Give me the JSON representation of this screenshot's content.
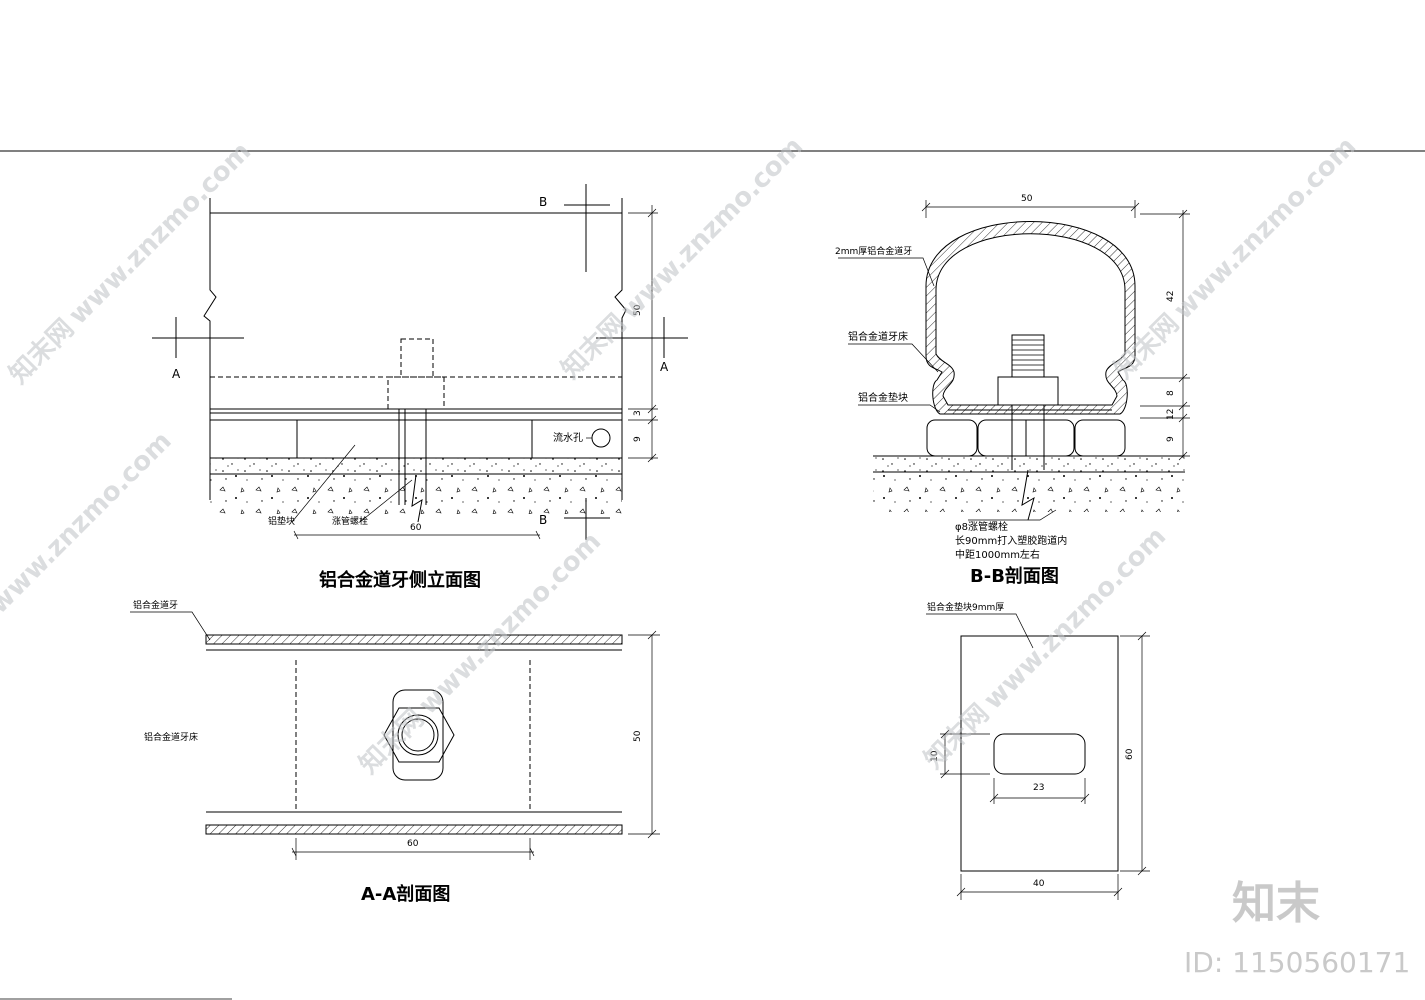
{
  "views": {
    "side_elevation": {
      "title": "铝合金道牙侧立面图",
      "section_marks": {
        "a_left": "A",
        "a_right": "A",
        "b_top": "B",
        "b_bottom": "B"
      },
      "labels": {
        "drain_hole": "流水孔",
        "pad_block": "铝垫块",
        "expansion_bolt": "涨管螺栓"
      },
      "dims": {
        "height": "50",
        "base_layer": "3",
        "pad_height": "9",
        "bolt_spacing": "60"
      }
    },
    "section_bb": {
      "title": "B-B剖面图",
      "labels": {
        "curb": "2mm厚铝合金道牙",
        "curb_bed": "铝合金道牙床",
        "pad_block": "铝合金垫块",
        "bolt_note_1": "φ8涨管螺栓",
        "bolt_note_2": "长90mm打入塑胶跑道内",
        "bolt_note_3": "中距1000mm左右"
      },
      "dims": {
        "width": "50",
        "h1": "42",
        "h2": "8",
        "h3": "12",
        "h4": "9"
      }
    },
    "section_aa": {
      "title": "A-A剖面图",
      "labels": {
        "curb": "铝合金道牙",
        "curb_bed": "铝合金道牙床"
      },
      "dims": {
        "height": "50",
        "width": "60"
      }
    },
    "pad_detail": {
      "label": "铝合金垫块9mm厚",
      "dims": {
        "slot_height": "10",
        "slot_width": "23",
        "height": "60",
        "width": "40"
      }
    }
  },
  "watermark": {
    "site": "www.znzmo.com",
    "brand_cn": "知末网",
    "brand": "知末",
    "id": "ID: 1150560171"
  },
  "colors": {
    "line": "#000000",
    "watermark": "#c9c9c9",
    "background": "#ffffff"
  }
}
